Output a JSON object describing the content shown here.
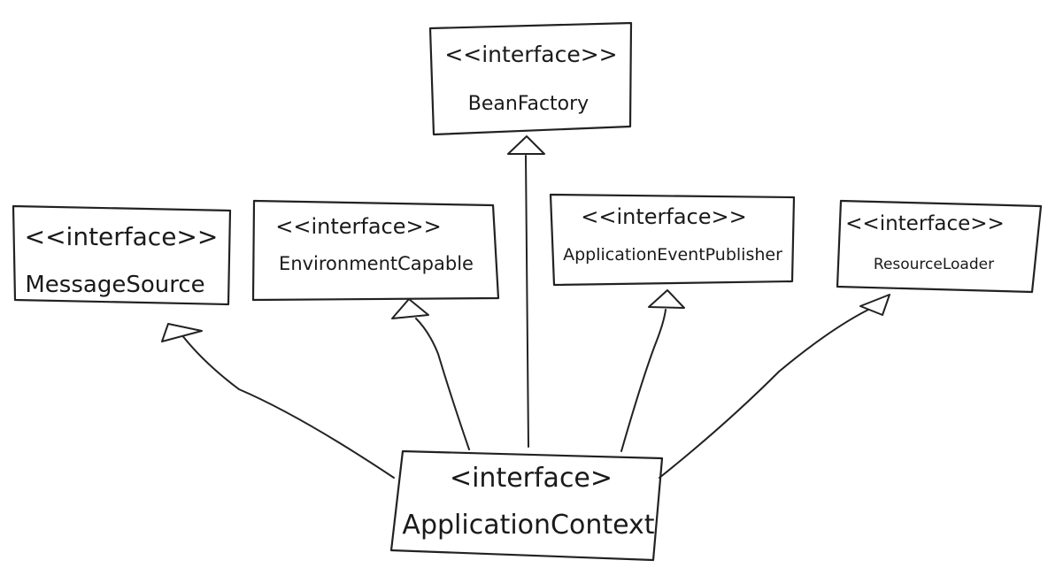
{
  "colors": {
    "ink": "#222222",
    "background": "#ffffff"
  },
  "nodes": {
    "bean_factory": {
      "stereotype": "<<interface>>",
      "name": "BeanFactory"
    },
    "message_source": {
      "stereotype": "<<interface>>",
      "name": "MessageSource"
    },
    "environment_capable": {
      "stereotype": "<<interface>>",
      "name": "EnvironmentCapable"
    },
    "application_event_publisher": {
      "stereotype": "<<interface>>",
      "name": "ApplicationEventPublisher"
    },
    "resource_loader": {
      "stereotype": "<<interface>>",
      "name": "ResourceLoader"
    },
    "application_context": {
      "stereotype": "<interface>",
      "name": "ApplicationContext"
    }
  },
  "edges": [
    {
      "from": "ApplicationContext",
      "to": "MessageSource",
      "type": "generalization"
    },
    {
      "from": "ApplicationContext",
      "to": "EnvironmentCapable",
      "type": "generalization"
    },
    {
      "from": "ApplicationContext",
      "to": "BeanFactory",
      "type": "generalization"
    },
    {
      "from": "ApplicationContext",
      "to": "ApplicationEventPublisher",
      "type": "generalization"
    },
    {
      "from": "ApplicationContext",
      "to": "ResourceLoader",
      "type": "generalization"
    }
  ]
}
